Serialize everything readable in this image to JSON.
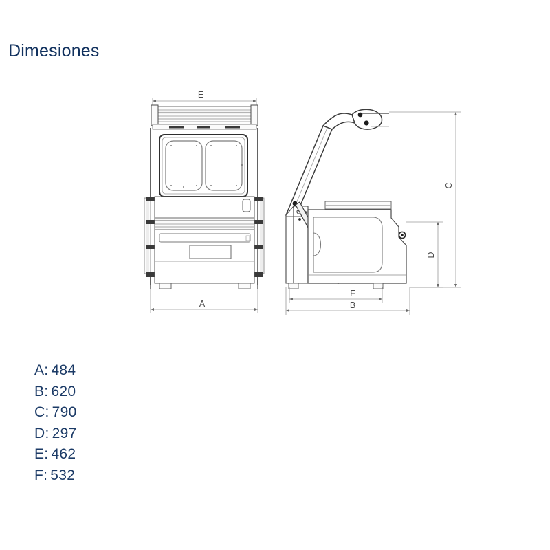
{
  "page": {
    "title": "Dimesiones",
    "title_color": "#11315e",
    "background_color": "#ffffff",
    "line_color": "#5a5a5a",
    "dim_line_color": "#8c8c8c",
    "accent_dark": "#2a2a2a"
  },
  "drawing": {
    "type": "technical-dimension-drawing",
    "views": [
      {
        "name": "front-view",
        "label": ""
      },
      {
        "name": "side-view",
        "label": ""
      }
    ],
    "callouts": {
      "A": "A",
      "B": "B",
      "C": "C",
      "D": "D",
      "E": "E",
      "F": "F"
    }
  },
  "legend": {
    "items": [
      {
        "key": "A:",
        "value": "484"
      },
      {
        "key": "B:",
        "value": "620"
      },
      {
        "key": "C:",
        "value": "790"
      },
      {
        "key": "D:",
        "value": "297"
      },
      {
        "key": "E:",
        "value": "462"
      },
      {
        "key": "F:",
        "value": "532"
      }
    ]
  }
}
